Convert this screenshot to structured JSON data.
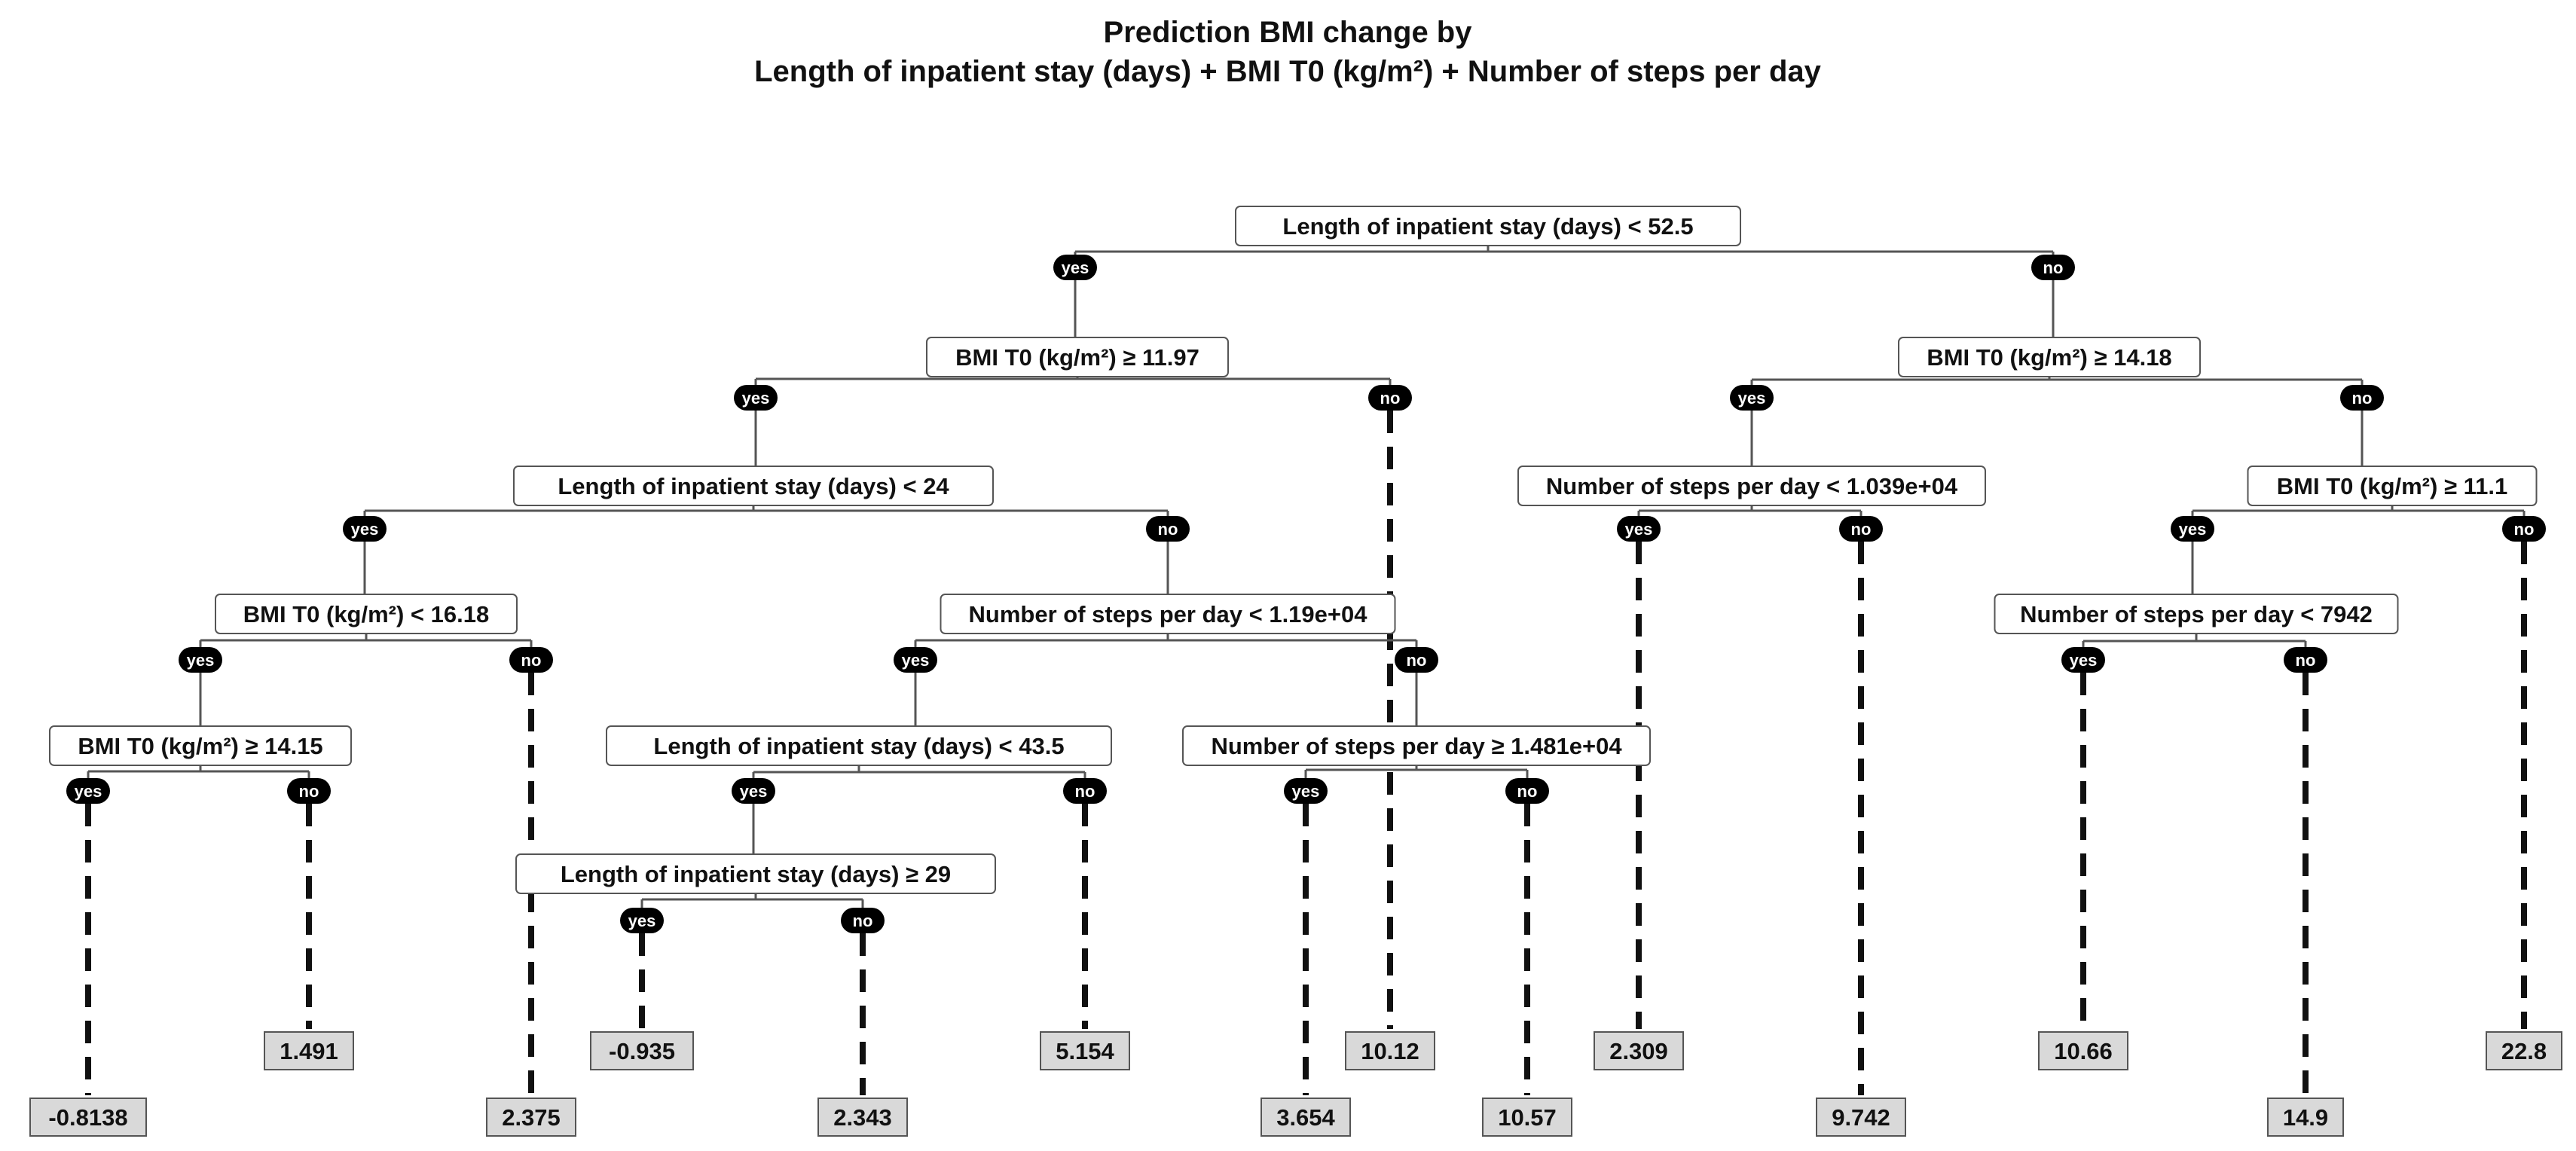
{
  "title": {
    "line1": "Prediction BMI change by",
    "line2": "Length of inpatient stay (days) + BMI T0 (kg/m²) + Number of steps per day"
  },
  "labels": {
    "yes": "yes",
    "no": "no"
  },
  "tree": {
    "nodes": [
      {
        "id": "n0",
        "label": "Length of inpatient stay (days) < 52.5",
        "parent": null
      },
      {
        "id": "n1",
        "label": "BMI T0 (kg/m²) ≥ 11.97",
        "parent": "n0",
        "branch": "yes"
      },
      {
        "id": "n2",
        "label": "BMI T0 (kg/m²) ≥ 14.18",
        "parent": "n0",
        "branch": "no"
      },
      {
        "id": "n3",
        "label": "Length of inpatient stay (days) < 24",
        "parent": "n1",
        "branch": "yes"
      },
      {
        "id": "n4",
        "label": "BMI T0 (kg/m²) < 16.18",
        "parent": "n3",
        "branch": "yes"
      },
      {
        "id": "n5",
        "label": "BMI T0 (kg/m²) ≥ 14.15",
        "parent": "n4",
        "branch": "yes"
      },
      {
        "id": "n6",
        "label": "Number of steps per day < 1.19e+04",
        "parent": "n3",
        "branch": "no"
      },
      {
        "id": "n7",
        "label": "Length of inpatient stay (days) < 43.5",
        "parent": "n6",
        "branch": "yes"
      },
      {
        "id": "n8",
        "label": "Length of inpatient stay (days) ≥ 29",
        "parent": "n7",
        "branch": "yes"
      },
      {
        "id": "n9",
        "label": "Number of steps per day ≥ 1.481e+04",
        "parent": "n6",
        "branch": "no"
      },
      {
        "id": "n10",
        "label": "Number of steps per day < 1.039e+04",
        "parent": "n2",
        "branch": "yes"
      },
      {
        "id": "n11",
        "label": "BMI T0 (kg/m²) ≥ 11.1",
        "parent": "n2",
        "branch": "no"
      },
      {
        "id": "n12",
        "label": "Number of steps per day < 7942",
        "parent": "n11",
        "branch": "yes"
      }
    ],
    "leaves": [
      {
        "id": "l1",
        "value": "-0.8138",
        "parent": "n5",
        "branch": "yes"
      },
      {
        "id": "l2",
        "value": "1.491",
        "parent": "n5",
        "branch": "no"
      },
      {
        "id": "l3",
        "value": "2.375",
        "parent": "n4",
        "branch": "no"
      },
      {
        "id": "l4",
        "value": "-0.935",
        "parent": "n8",
        "branch": "yes"
      },
      {
        "id": "l5",
        "value": "2.343",
        "parent": "n8",
        "branch": "no"
      },
      {
        "id": "l6",
        "value": "5.154",
        "parent": "n7",
        "branch": "no"
      },
      {
        "id": "l7",
        "value": "3.654",
        "parent": "n9",
        "branch": "yes"
      },
      {
        "id": "l8",
        "value": "10.12",
        "parent": "n1",
        "branch": "no"
      },
      {
        "id": "l9",
        "value": "10.57",
        "parent": "n9",
        "branch": "no"
      },
      {
        "id": "l10",
        "value": "2.309",
        "parent": "n10",
        "branch": "yes"
      },
      {
        "id": "l11",
        "value": "9.742",
        "parent": "n10",
        "branch": "no"
      },
      {
        "id": "l12",
        "value": "10.66",
        "parent": "n12",
        "branch": "yes"
      },
      {
        "id": "l13",
        "value": "14.9",
        "parent": "n12",
        "branch": "no"
      },
      {
        "id": "l14",
        "value": "22.8",
        "parent": "n11",
        "branch": "no"
      }
    ]
  }
}
